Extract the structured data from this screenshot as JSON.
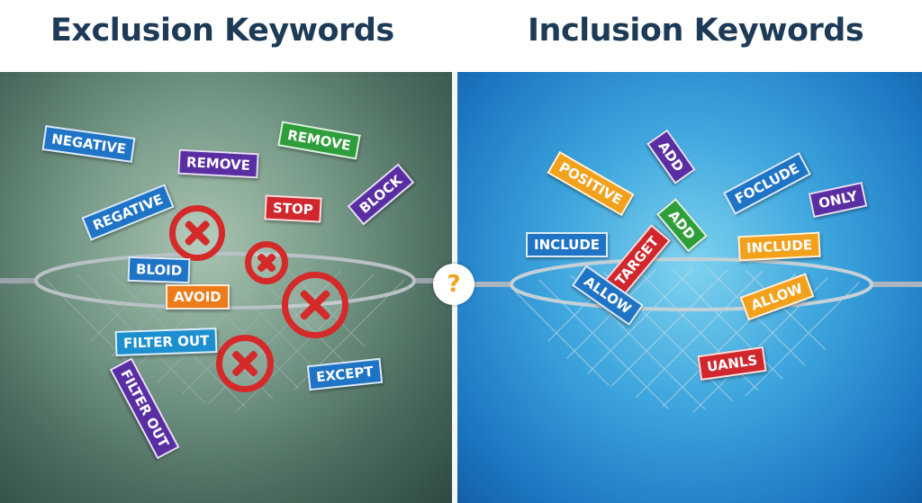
{
  "titles": {
    "left": "Exclusion Keywords",
    "right": "Inclusion Keywords"
  },
  "colors": {
    "title": "#1d3b57",
    "left_panel": "#5f806f",
    "right_panel": "#2a8fd6",
    "no_symbol": "#d42a2a",
    "question_mark": "#f0a31c"
  },
  "center_badge": {
    "icon": "question-mark-icon",
    "symbol": "?"
  },
  "exclusion_keywords": [
    {
      "text": "NEGATIVE",
      "color": "blue"
    },
    {
      "text": "REMOVE",
      "color": "purple"
    },
    {
      "text": "REMOVE",
      "color": "green"
    },
    {
      "text": "REGATIVE",
      "color": "blue"
    },
    {
      "text": "STOP",
      "color": "red"
    },
    {
      "text": "BLOCK",
      "color": "purple"
    },
    {
      "text": "BLOID",
      "color": "blue"
    },
    {
      "text": "AVOID",
      "color": "orange"
    },
    {
      "text": "FILTER OUT",
      "color": "teal"
    },
    {
      "text": "FILTER OUT",
      "color": "purple"
    },
    {
      "text": "EXCEPT",
      "color": "blue"
    }
  ],
  "inclusion_keywords": [
    {
      "text": "ADD",
      "color": "purple"
    },
    {
      "text": "POSITIVE",
      "color": "yellow"
    },
    {
      "text": "FOCLUDE",
      "color": "blue"
    },
    {
      "text": "ONLY",
      "color": "purple"
    },
    {
      "text": "ADD",
      "color": "green"
    },
    {
      "text": "INCLUDE",
      "color": "blue"
    },
    {
      "text": "TARGET",
      "color": "red"
    },
    {
      "text": "INCLUDE",
      "color": "yellow"
    },
    {
      "text": "ALLOW",
      "color": "blue"
    },
    {
      "text": "ALLOW",
      "color": "yellow"
    },
    {
      "text": "UANLS",
      "color": "red"
    }
  ]
}
